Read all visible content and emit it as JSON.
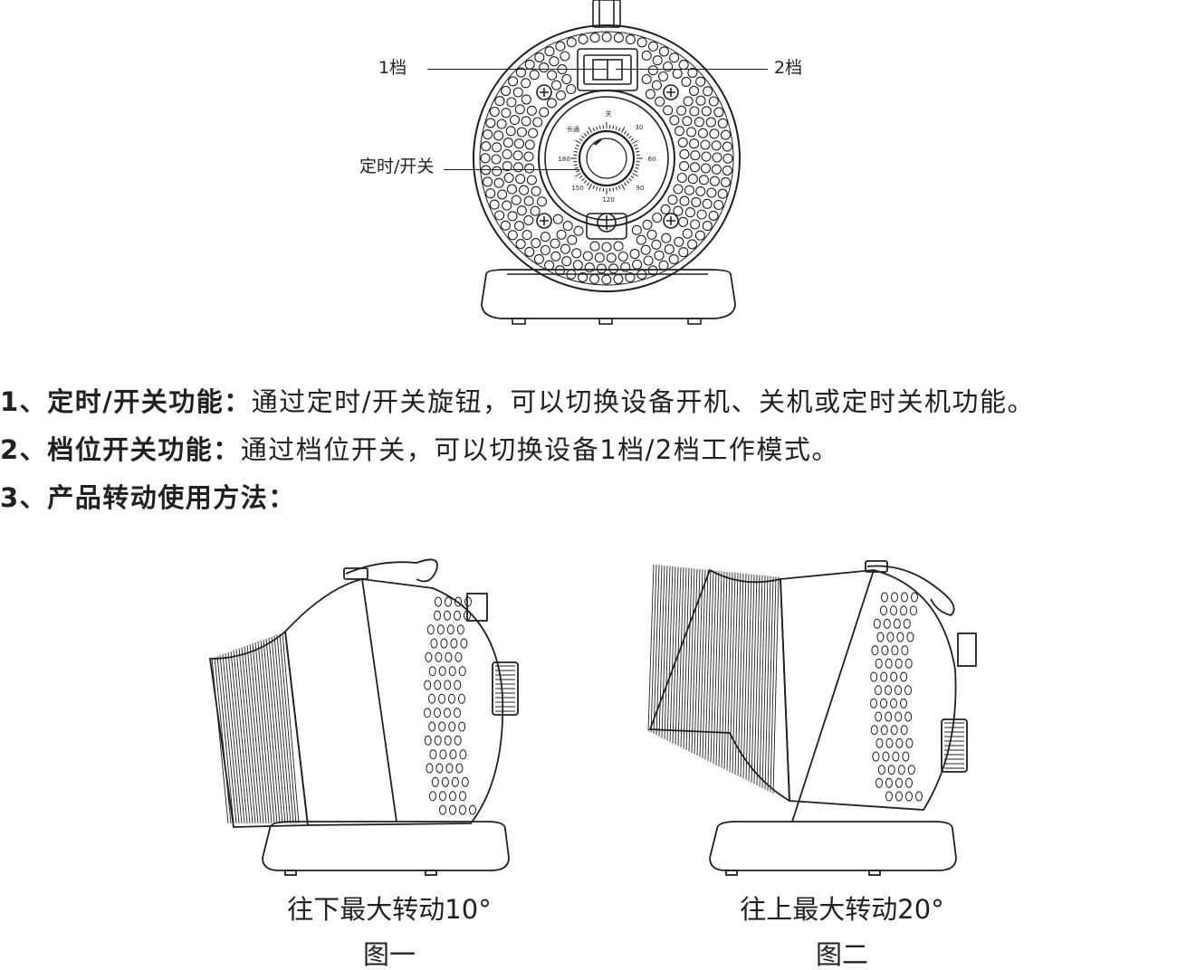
{
  "top_figure": {
    "label_gear1": "1档",
    "label_gear2": "2档",
    "label_timer": "定时/开关",
    "dial_marks": {
      "always_on": "长通",
      "off": "关",
      "m30": "30",
      "m60": "60",
      "m90": "90",
      "m120": "120",
      "m150": "150",
      "m180": "180"
    }
  },
  "instructions": [
    {
      "number": "1、",
      "title": "定时/开关功能：",
      "text": "通过定时/开关旋钮，可以切换设备开机、关机或定时关机功能。"
    },
    {
      "number": "2、",
      "title": "档位开关功能：",
      "text": "通过档位开关，可以切换设备1档/2档工作模式。"
    },
    {
      "number": "3、",
      "title": "产品转动使用方法：",
      "text": ""
    }
  ],
  "figures": [
    {
      "caption": "往下最大转动10°",
      "name": "图一"
    },
    {
      "caption": "往上最大转动20°",
      "name": "图二"
    }
  ]
}
